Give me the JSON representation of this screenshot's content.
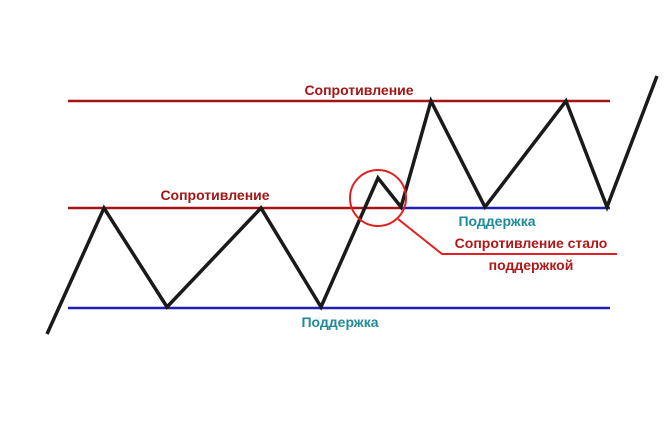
{
  "colors": {
    "resistance": "#a31515",
    "support": "#1f1fb8",
    "price": "#1a1a1a",
    "support_label": "#1f8a9a",
    "callout": "#e02020",
    "callout_text": "#b01818"
  },
  "labels": {
    "resistance_upper": "Сопротивление",
    "resistance_lower": "Сопротивление",
    "support_upper": "Поддержка",
    "support_lower": "Поддержка",
    "callout_line1": "Сопротивление стало",
    "callout_line2": "поддержкой"
  }
}
